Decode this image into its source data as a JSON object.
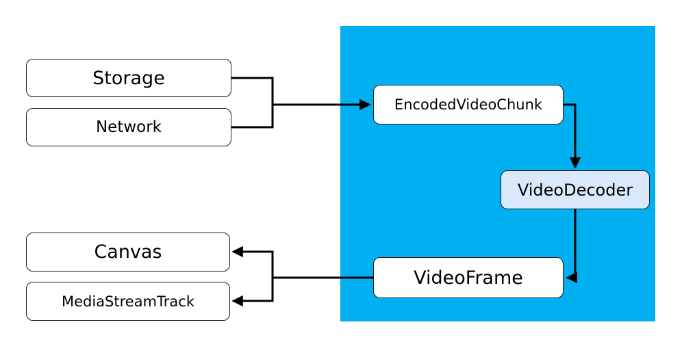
{
  "diagram": {
    "nodes": {
      "storage": {
        "label": "Storage"
      },
      "network": {
        "label": "Network"
      },
      "encodedVideoChunk": {
        "label": "EncodedVideoChunk"
      },
      "videoDecoder": {
        "label": "VideoDecoder"
      },
      "videoFrame": {
        "label": "VideoFrame"
      },
      "canvas": {
        "label": "Canvas"
      },
      "mediaStreamTrack": {
        "label": "MediaStreamTrack"
      }
    },
    "edges": [
      {
        "from": "Storage",
        "to": "EncodedVideoChunk"
      },
      {
        "from": "Network",
        "to": "EncodedVideoChunk"
      },
      {
        "from": "EncodedVideoChunk",
        "to": "VideoDecoder"
      },
      {
        "from": "VideoDecoder",
        "to": "VideoFrame"
      },
      {
        "from": "VideoFrame",
        "to": "Canvas"
      },
      {
        "from": "VideoFrame",
        "to": "MediaStreamTrack"
      }
    ],
    "colors": {
      "background": "#ffffff",
      "browser_region": "#00b0f0",
      "node_fill": "#ffffff",
      "decoder_fill": "#dae8fc",
      "stroke": "#000000",
      "arrow": "#000000"
    }
  }
}
